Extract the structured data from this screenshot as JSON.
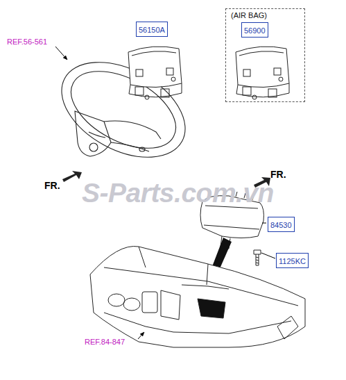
{
  "diagram": {
    "nodes": [
      {
        "text": [
          "56150A"
        ]
      },
      {
        "text": [
          "(AIR BAG)"
        ]
      },
      {
        "text": [
          "56900"
        ],
        "in": 1
      },
      {
        "text": [
          "84530"
        ]
      },
      {
        "text": [
          "1125KC"
        ]
      }
    ],
    "edges": [],
    "labels": [
      "REF.56-561",
      "FR.",
      "FR.",
      "S-Parts.com.vn",
      "REF.84-847"
    ]
  }
}
